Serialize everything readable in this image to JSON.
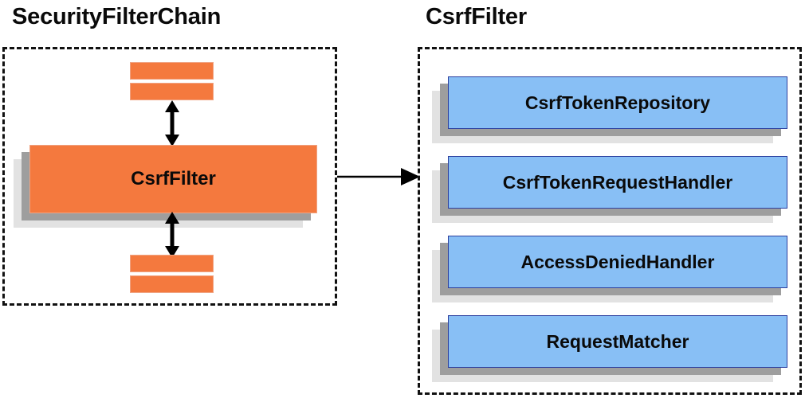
{
  "diagram": {
    "type": "component-relationship-diagram",
    "background": "#ffffff",
    "colors": {
      "orange_fill": "#f4793e",
      "orange_border": "#f0a382",
      "blue_fill": "#88bff5",
      "blue_border": "#2c3f9e",
      "shadow_mid": "#9e9e9e",
      "shadow_back": "#e2e2e2",
      "dash_border": "#111111",
      "text": "#0a0a0a"
    }
  },
  "left_panel": {
    "title": "SecurityFilterChain",
    "filter_box": {
      "label": "CsrfFilter"
    },
    "top_bars": [
      {
        "label": ""
      },
      {
        "label": ""
      }
    ],
    "bottom_bars": [
      {
        "label": ""
      },
      {
        "label": ""
      }
    ],
    "arrows": [
      {
        "name": "double-arrow-above-csrffilter",
        "direction": "vertical-bidirectional"
      },
      {
        "name": "double-arrow-below-csrffilter",
        "direction": "vertical-bidirectional"
      }
    ]
  },
  "connector": {
    "name": "csrffilter-detail-arrow",
    "direction": "left-to-right",
    "label": ""
  },
  "right_panel": {
    "title": "CsrfFilter",
    "components": [
      {
        "label": "CsrfTokenRepository"
      },
      {
        "label": "CsrfTokenRequestHandler"
      },
      {
        "label": "AccessDeniedHandler"
      },
      {
        "label": "RequestMatcher"
      }
    ]
  }
}
